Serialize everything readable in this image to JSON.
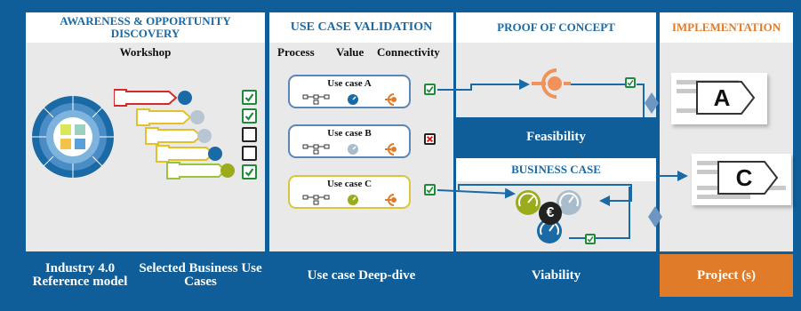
{
  "headers": {
    "discovery": "AWARENESS & OPPORTUNITY DISCOVERY",
    "validation": "USE CASE VALIDATION",
    "poc": "PROOF OF CONCEPT",
    "implementation": "IMPLEMENTATION"
  },
  "discovery": {
    "workshop_label": "Workshop",
    "footer_left": "Industry 4.0 Reference model",
    "footer_right": "Selected Business Use Cases",
    "checks": [
      "checked",
      "checked",
      "empty",
      "empty",
      "checked"
    ]
  },
  "validation": {
    "columns": [
      "Process",
      "Value",
      "Connectivity"
    ],
    "use_cases": [
      {
        "title": "Use case A",
        "result": "approved"
      },
      {
        "title": "Use case B",
        "result": "rejected"
      },
      {
        "title": "Use case C",
        "result": "approved"
      }
    ],
    "footer": "Use case Deep-dive"
  },
  "poc": {
    "feasibility": "Feasibility",
    "business_case": "BUSINESS CASE",
    "footer": "Viability",
    "euro_symbol": "€"
  },
  "implementation": {
    "tags": [
      "A",
      "C"
    ],
    "footer": "Project (s)"
  },
  "colors": {
    "brand_blue": "#0f5e99",
    "accent_orange": "#e07b2a",
    "check_green": "#1f8a3a",
    "reject_red": "#d42020"
  }
}
